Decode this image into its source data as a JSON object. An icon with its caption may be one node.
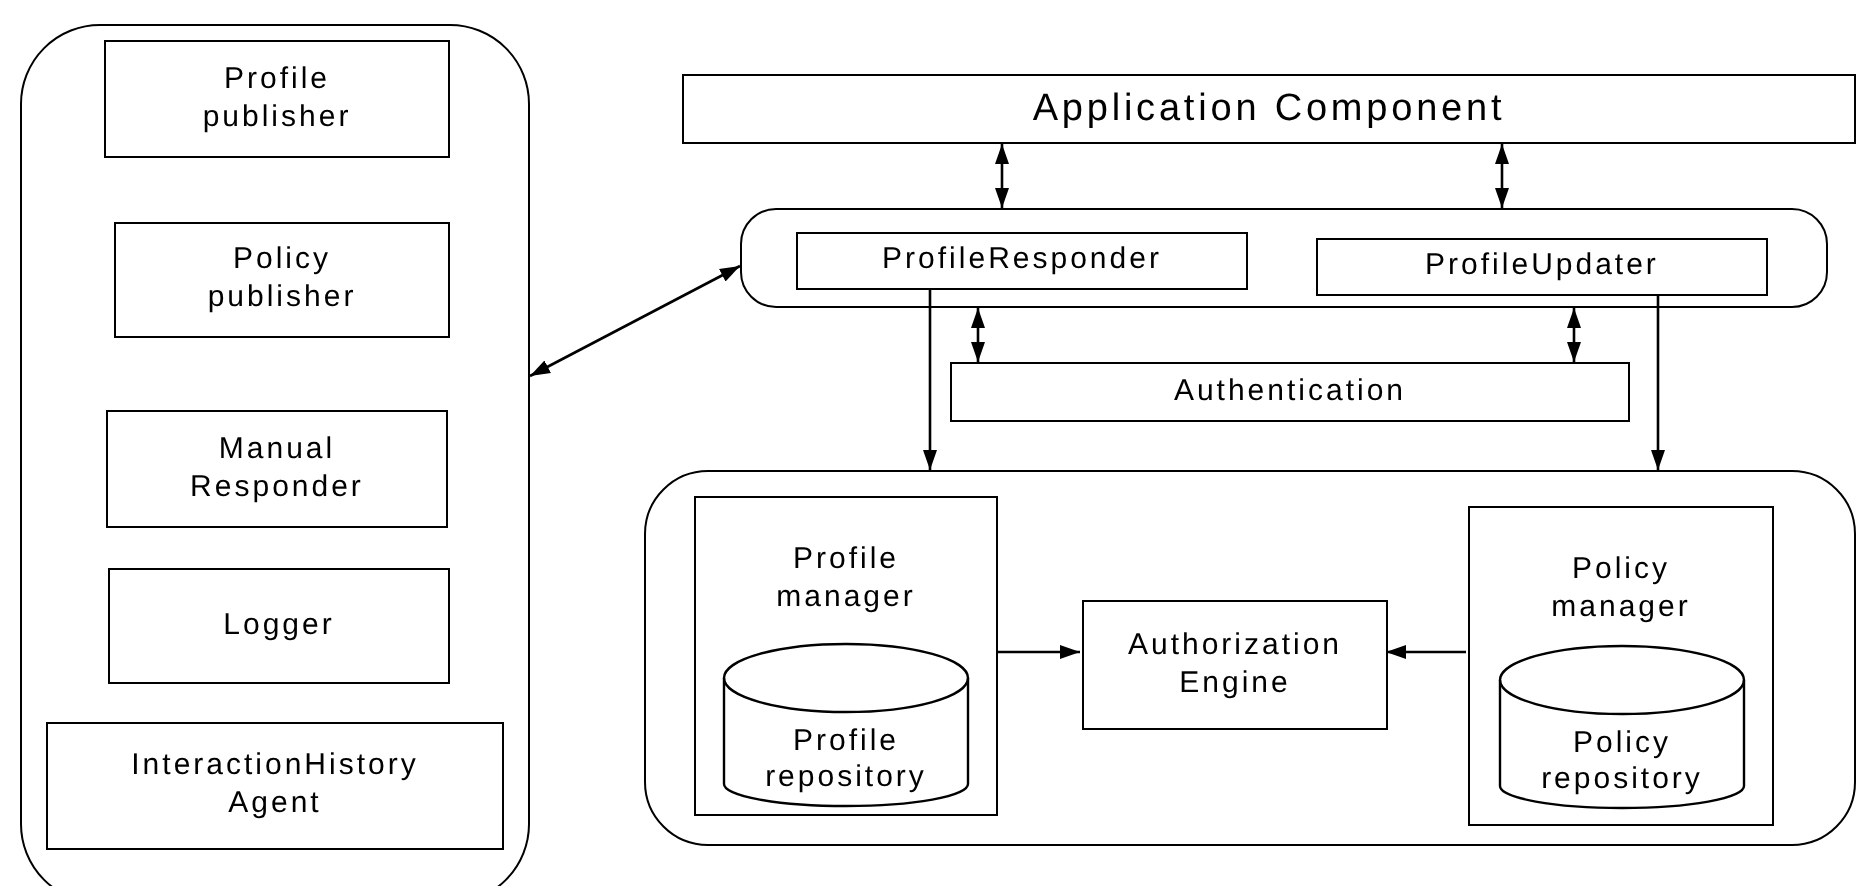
{
  "diagram": {
    "nodes": [
      {
        "text": [],
        "shape": "box"
      },
      {
        "text": [
          "Profile publisher"
        ],
        "in": 0
      },
      {
        "text": [
          "Policy publisher"
        ],
        "in": 0
      },
      {
        "text": [
          "Manual Responder"
        ],
        "in": 0
      },
      {
        "text": [
          "Logger"
        ],
        "in": 0
      },
      {
        "text": [
          "InteractionHistory Agent"
        ],
        "in": 0
      },
      {
        "text": [
          "Application Component"
        ]
      },
      {
        "text": [],
        "shape": "box"
      },
      {
        "text": [
          "ProfileResponder"
        ],
        "in": 7
      },
      {
        "text": [
          "ProfileUpdater"
        ],
        "in": 7
      },
      {
        "text": [
          "Authentication"
        ]
      },
      {
        "text": [],
        "shape": "box"
      },
      {
        "text": [
          "Profile manager"
        ],
        "in": 11
      },
      {
        "text": [
          "Profile repository"
        ],
        "in": 12
      },
      {
        "text": [
          "Authorization Engine"
        ],
        "in": 11
      },
      {
        "text": [
          "Policy manager"
        ],
        "in": 11
      },
      {
        "text": [
          "Policy repository"
        ],
        "in": 15
      }
    ],
    "edges": [
      {
        "from": 0,
        "to": 7,
        "arrow": "both"
      },
      {
        "from": 6,
        "to": 7,
        "arrow": "both"
      },
      {
        "from": 6,
        "to": 7,
        "arrow": "both"
      },
      {
        "from": 7,
        "to": 10,
        "arrow": "both"
      },
      {
        "from": 7,
        "to": 10,
        "arrow": "both"
      },
      {
        "from": 8,
        "to": 11,
        "arrow": "to"
      },
      {
        "from": 9,
        "to": 11,
        "arrow": "to"
      },
      {
        "from": 12,
        "to": 14,
        "arrow": "to"
      },
      {
        "from": 15,
        "to": 14,
        "arrow": "to"
      }
    ]
  }
}
